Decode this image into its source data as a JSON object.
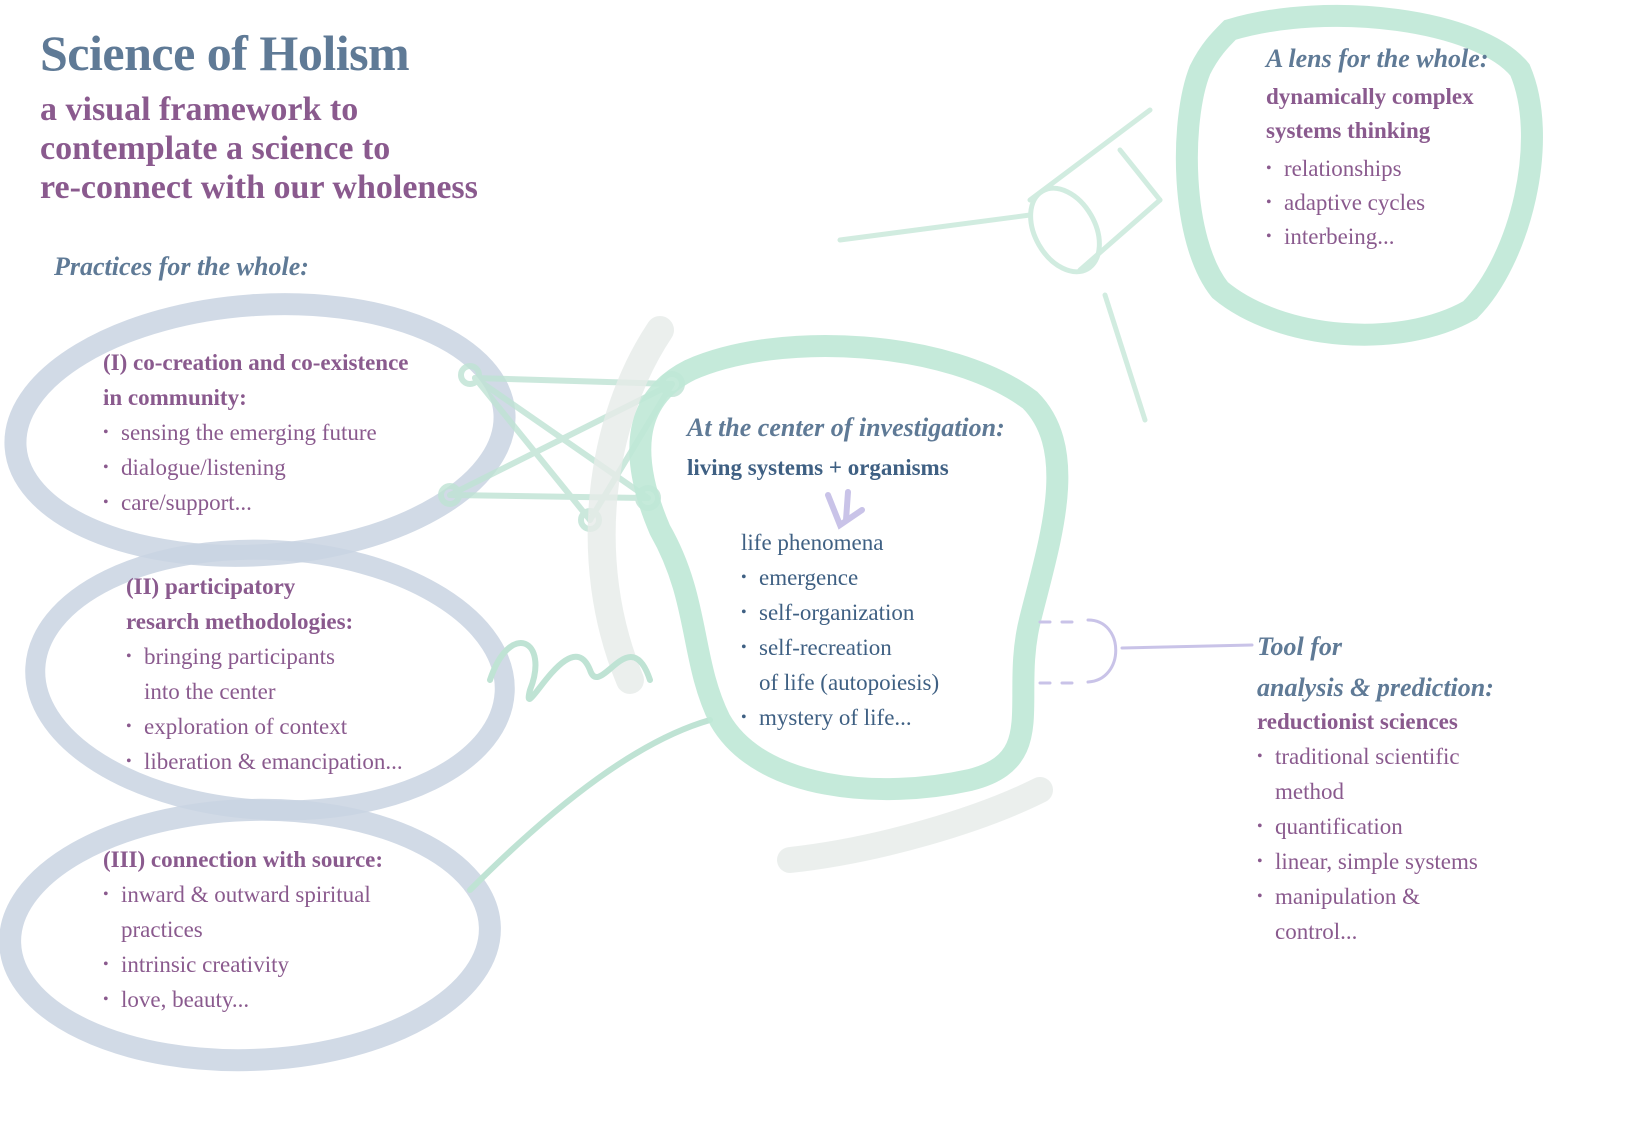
{
  "title": "Science of Holism",
  "subtitle": [
    "a visual framework to",
    "contemplate a science to",
    "re-connect with our wholeness"
  ],
  "practices_heading": "Practices for the whole:",
  "practice1": {
    "heading": [
      "(I) co-creation and co-existence",
      "in community:"
    ],
    "items": [
      "sensing the emerging future",
      "dialogue/listening",
      "care/support..."
    ]
  },
  "practice2": {
    "heading": [
      "(II) participatory",
      "resarch methodologies:"
    ],
    "items": [
      "bringing participants",
      "into the center",
      "exploration of context",
      "liberation & emancipation..."
    ]
  },
  "practice3": {
    "heading": "(III) connection with source:",
    "items": [
      "inward & outward spiritual",
      "practices",
      "intrinsic creativity",
      "love, beauty..."
    ]
  },
  "center": {
    "heading": "At the center of investigation:",
    "subheading": "living systems + organisms",
    "phenomena_label": "life phenomena",
    "items": [
      "emergence",
      "self-organization",
      "self-recreation",
      "of life (autopoiesis)",
      "mystery of life..."
    ]
  },
  "lens": {
    "heading": "A lens for the whole:",
    "subheading": [
      "dynamically complex",
      "systems thinking"
    ],
    "items": [
      "relationships",
      "adaptive cycles",
      "interbeing..."
    ]
  },
  "tool": {
    "heading": [
      "Tool for",
      "analysis & prediction:"
    ],
    "subheading": "reductionist sciences",
    "items": [
      "traditional scientific",
      "method",
      "quantification",
      "linear, simple systems",
      "manipulation &",
      "control..."
    ]
  },
  "colors": {
    "slate": "#5f7a96",
    "purple": "#8a5a8e",
    "blue": "#3f6083",
    "green": "#bfe8d6",
    "grayblue": "#c9d3e2",
    "lavender": "#c9c3e8"
  }
}
